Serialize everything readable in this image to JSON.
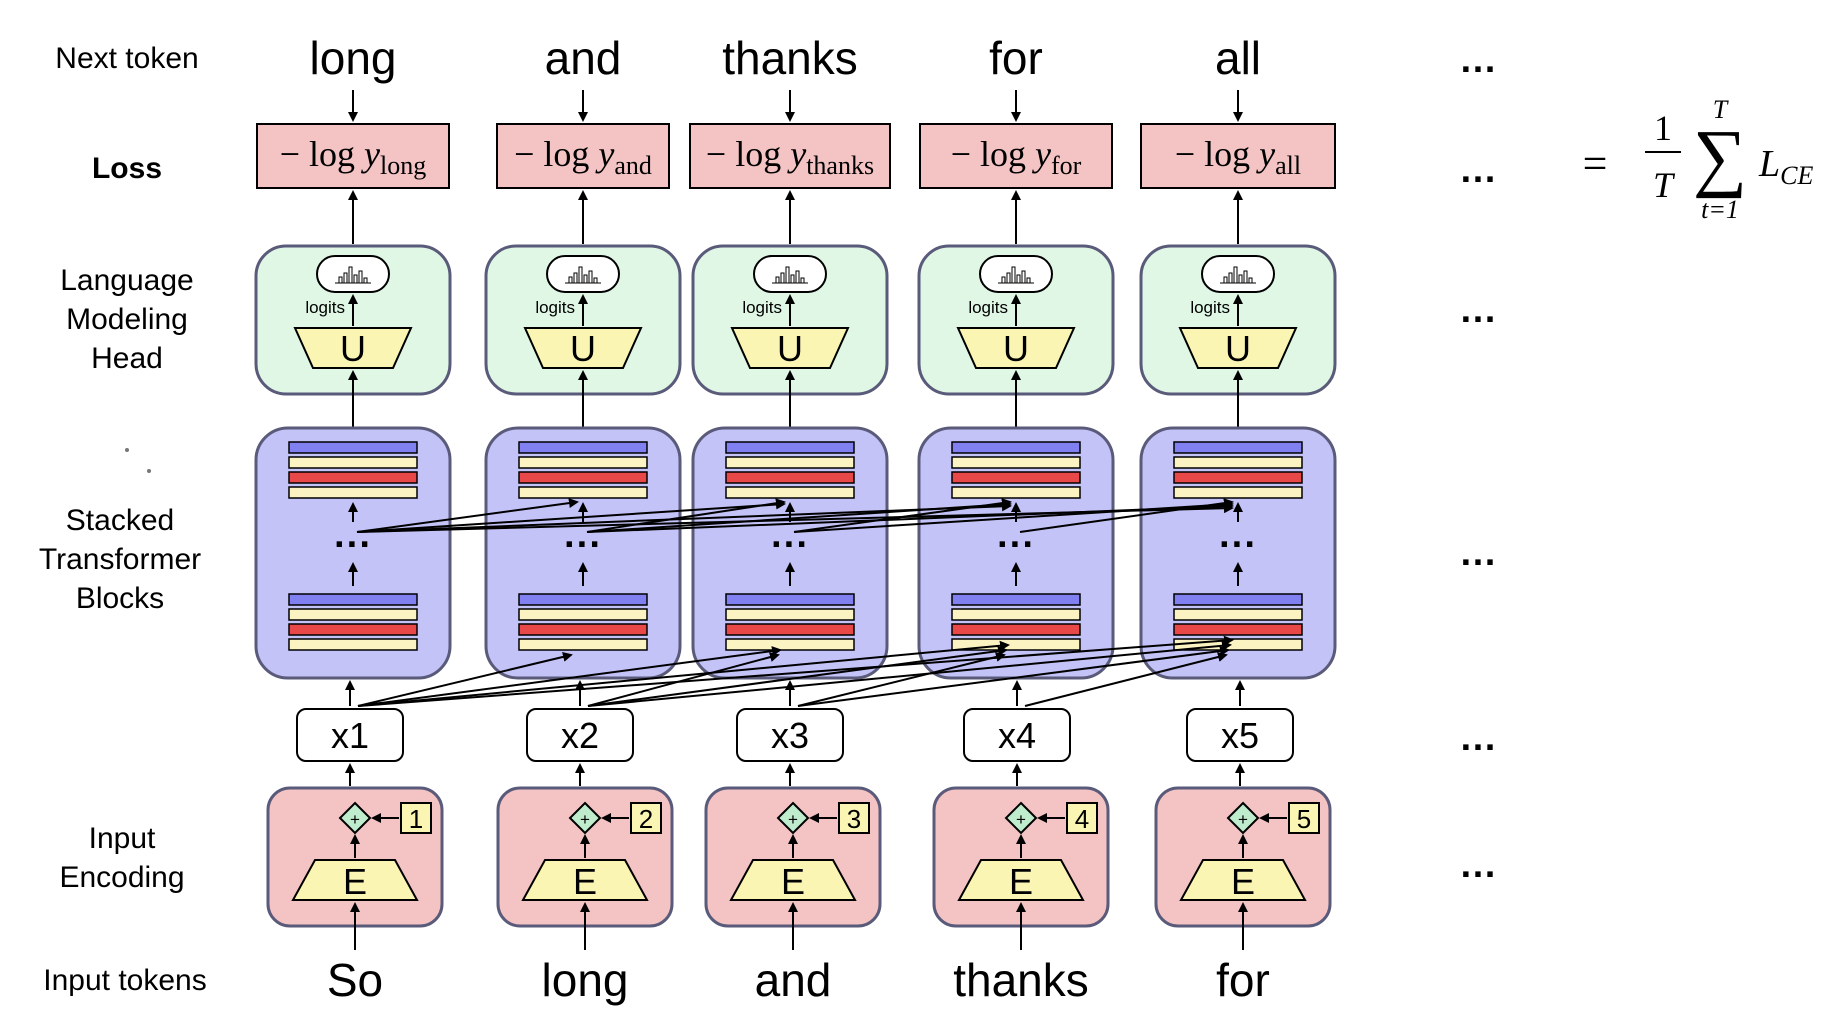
{
  "row_labels": {
    "next_token": "Next token",
    "loss": "Loss",
    "lm_head": [
      "Language",
      "Modeling",
      "Head"
    ],
    "transformer": [
      "Stacked",
      "Transformer",
      "Blocks"
    ],
    "input_encoding": [
      "Input",
      "Encoding"
    ],
    "input_tokens": "Input tokens"
  },
  "next_tokens": [
    "long",
    "and",
    "thanks",
    "for",
    "all"
  ],
  "input_tokens": [
    "So",
    "long",
    "and",
    "thanks",
    "for"
  ],
  "x_labels": [
    "x1",
    "x2",
    "x3",
    "x4",
    "x5"
  ],
  "positions": [
    "1",
    "2",
    "3",
    "4",
    "5"
  ],
  "loss_prefix": "− log ",
  "loss_var": "y",
  "loss_subscripts": [
    "long",
    "and",
    "thanks",
    "for",
    "all"
  ],
  "unembed_label": "U",
  "embed_label": "E",
  "logits_label": "logits",
  "plus_sign": "+",
  "block_dots": "···",
  "ellipsis": "…",
  "formula": {
    "equals": "=",
    "numerator": "1",
    "denominator": "T",
    "sigma": "∑",
    "upper": "T",
    "lower": "t=1",
    "term_main": "L",
    "term_sub": "CE"
  },
  "colors": {
    "loss_fill": "#f4c4c4",
    "head_fill": "#dff7e4",
    "block_fill": "#c3c3f8",
    "encoding_fill": "#f4c4c4",
    "trapezoid_fill": "#fbf5b4",
    "layer_blue": "#8080f0",
    "layer_cream": "#fbf3c2",
    "layer_red": "#e84848",
    "plus_fill": "#bfeccc",
    "border": "#5a5a7a"
  }
}
